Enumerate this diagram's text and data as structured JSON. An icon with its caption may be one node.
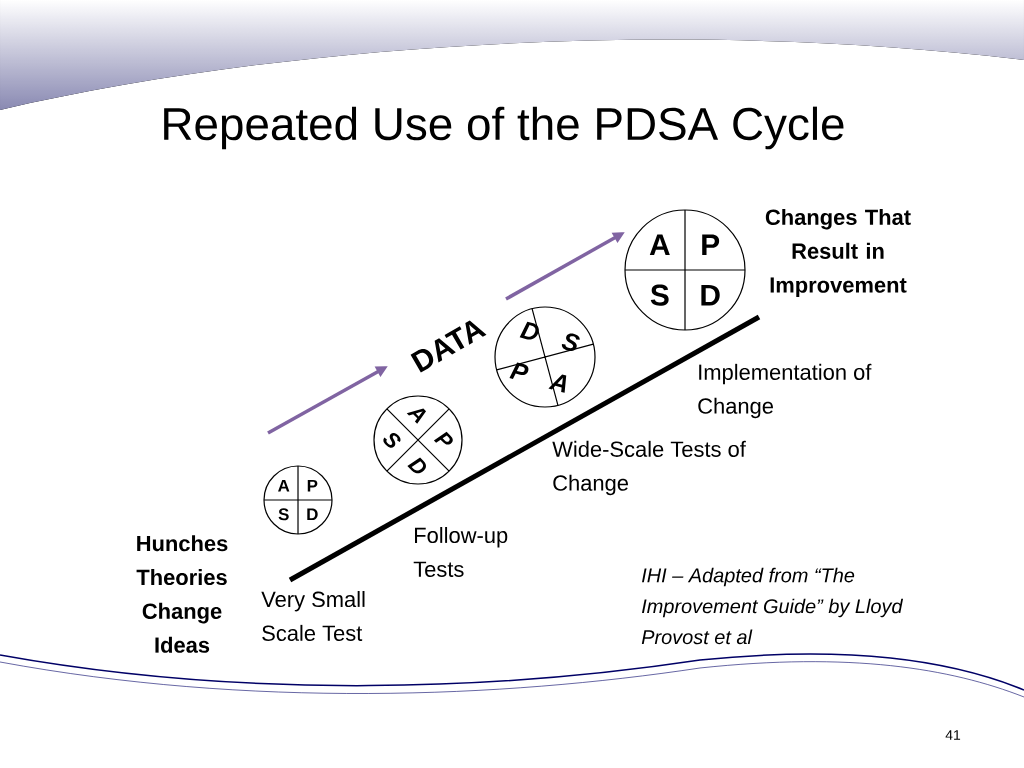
{
  "diagram": {
    "title": "Repeated Use of the PDSA Cycle",
    "nodes": [
      {
        "text": [
          "A",
          "P",
          "S",
          "D"
        ]
      },
      {
        "text": [
          "A",
          "P",
          "S",
          "D"
        ]
      },
      {
        "text": [
          "D",
          "S",
          "P",
          "A"
        ]
      },
      {
        "text": [
          "A",
          "P",
          "S",
          "D"
        ]
      }
    ],
    "labels": [
      "DATA",
      "Changes That Result in Improvement",
      "Implementation of Change",
      "Wide-Scale Tests of Change",
      "Follow-up Tests",
      "Hunches Theories Change Ideas",
      "Very Small Scale Test",
      "IHI – Adapted from “The Improvement Guide” by Lloyd Provost et al",
      "41"
    ]
  }
}
